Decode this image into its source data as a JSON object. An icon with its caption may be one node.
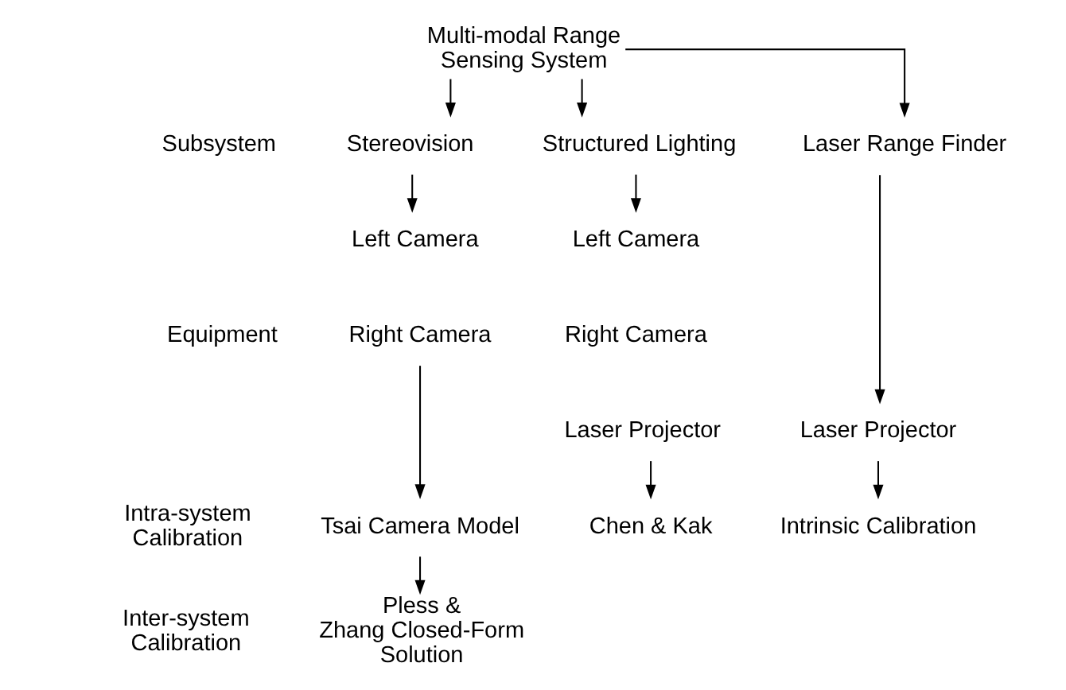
{
  "diagram": {
    "nodes": [
      {
        "text": [
          "Multi-modal Range Sensing System"
        ]
      },
      {
        "text": [
          "Stereovision"
        ]
      },
      {
        "text": [
          "Structured Lighting"
        ]
      },
      {
        "text": [
          "Laser Range Finder"
        ]
      },
      {
        "text": [
          "Left Camera"
        ]
      },
      {
        "text": [
          "Right Camera"
        ]
      },
      {
        "text": [
          "Left Camera"
        ]
      },
      {
        "text": [
          "Right Camera"
        ]
      },
      {
        "text": [
          "Laser Projector"
        ]
      },
      {
        "text": [
          "Laser Projector"
        ]
      },
      {
        "text": [
          "Tsai Camera Model"
        ]
      },
      {
        "text": [
          "Chen & Kak"
        ]
      },
      {
        "text": [
          "Intrinsic Calibration"
        ]
      },
      {
        "text": [
          "Pless & Zhang Closed-Form Solution"
        ]
      }
    ],
    "edges": [
      {
        "from": 0,
        "to": 1,
        "arrow": "to"
      },
      {
        "from": 0,
        "to": 2,
        "arrow": "to"
      },
      {
        "from": 0,
        "to": 3,
        "arrow": "to"
      },
      {
        "from": 1,
        "to": 4,
        "arrow": "to"
      },
      {
        "from": 2,
        "to": 6,
        "arrow": "to"
      },
      {
        "from": 3,
        "to": 9,
        "arrow": "to"
      },
      {
        "from": 5,
        "to": 10,
        "arrow": "to"
      },
      {
        "from": 8,
        "to": 11,
        "arrow": "to"
      },
      {
        "from": 9,
        "to": 12,
        "arrow": "to"
      },
      {
        "from": 10,
        "to": 13,
        "arrow": "to"
      }
    ],
    "labels": [
      "Subsystem",
      "Equipment",
      "Intra-system Calibration",
      "Inter-system Calibration"
    ]
  }
}
